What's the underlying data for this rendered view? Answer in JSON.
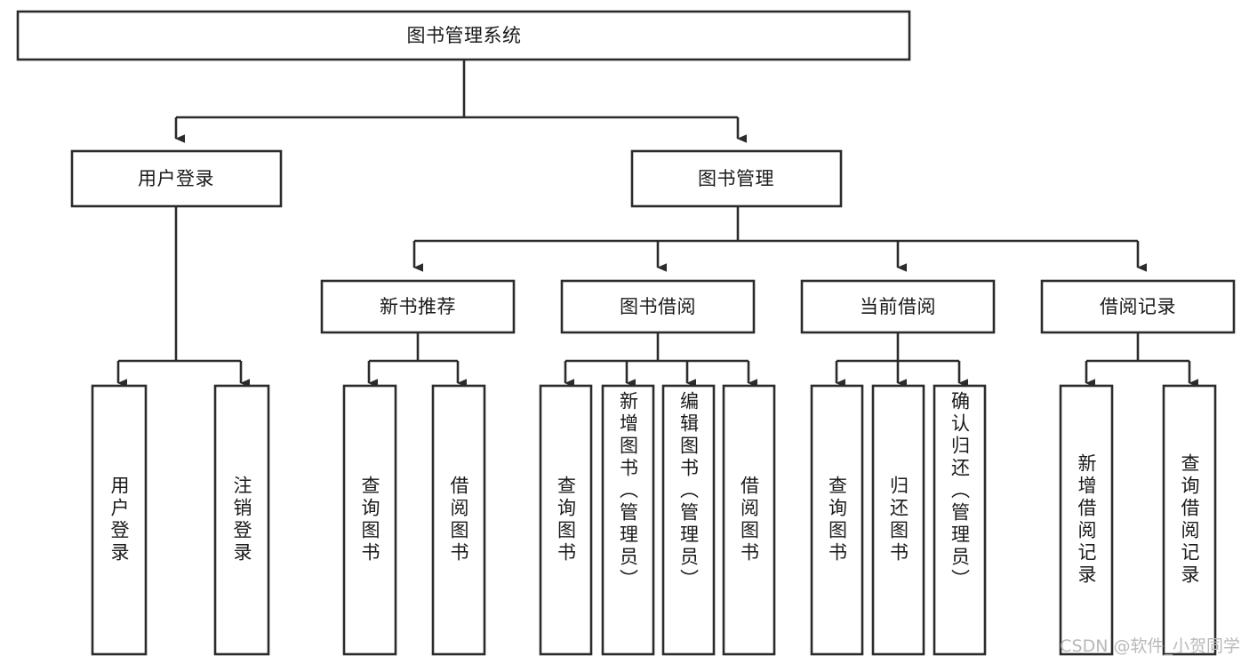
{
  "diagram": {
    "title": "图书管理系统",
    "type": "tree",
    "watermark": "CSDN @软件_小贺同学",
    "colors": {
      "box_stroke": "#2b2b2b",
      "box_fill": "#ffffff",
      "text": "#1a1a1a",
      "connector": "#2b2b2b",
      "watermark": "#b9b9b9",
      "background": "#ffffff"
    },
    "levels": {
      "root": {
        "label": "图书管理系统"
      },
      "level2": [
        {
          "label": "用户登录"
        },
        {
          "label": "图书管理"
        }
      ],
      "level3": [
        {
          "label": "新书推荐"
        },
        {
          "label": "图书借阅"
        },
        {
          "label": "当前借阅"
        },
        {
          "label": "借阅记录"
        }
      ],
      "leaves": [
        {
          "label": "用户登录",
          "parent": "用户登录"
        },
        {
          "label": "注销登录",
          "parent": "用户登录"
        },
        {
          "label": "查询图书",
          "parent": "新书推荐"
        },
        {
          "label": "借阅图书",
          "parent": "新书推荐"
        },
        {
          "label": "查询图书",
          "parent": "图书借阅"
        },
        {
          "label": "新增图书（管理员）",
          "parent": "图书借阅"
        },
        {
          "label": "编辑图书（管理员）",
          "parent": "图书借阅"
        },
        {
          "label": "借阅图书",
          "parent": "图书借阅"
        },
        {
          "label": "查询图书",
          "parent": "当前借阅"
        },
        {
          "label": "归还图书",
          "parent": "当前借阅"
        },
        {
          "label": "确认归还（管理员）",
          "parent": "当前借阅"
        },
        {
          "label": "新增借阅记录",
          "parent": "借阅记录"
        },
        {
          "label": "查询借阅记录",
          "parent": "借阅记录"
        }
      ]
    }
  },
  "chart_data": {
    "type": "diagram-tree",
    "title": "图书管理系统",
    "nodes": [
      {
        "id": "root",
        "label": "图书管理系统",
        "children": [
          {
            "id": "user-login",
            "label": "用户登录",
            "children": [
              {
                "id": "leaf-user-login",
                "label": "用户登录"
              },
              {
                "id": "leaf-user-logout",
                "label": "注销登录"
              }
            ]
          },
          {
            "id": "book-manage",
            "label": "图书管理",
            "children": [
              {
                "id": "new-book-rec",
                "label": "新书推荐",
                "children": [
                  {
                    "id": "nb-query",
                    "label": "查询图书"
                  },
                  {
                    "id": "nb-borrow",
                    "label": "借阅图书"
                  }
                ]
              },
              {
                "id": "book-borrow",
                "label": "图书借阅",
                "children": [
                  {
                    "id": "bb-query",
                    "label": "查询图书"
                  },
                  {
                    "id": "bb-add",
                    "label": "新增图书（管理员）"
                  },
                  {
                    "id": "bb-edit",
                    "label": "编辑图书（管理员）"
                  },
                  {
                    "id": "bb-borrow",
                    "label": "借阅图书"
                  }
                ]
              },
              {
                "id": "current-borrow",
                "label": "当前借阅",
                "children": [
                  {
                    "id": "cb-query",
                    "label": "查询图书"
                  },
                  {
                    "id": "cb-return",
                    "label": "归还图书"
                  },
                  {
                    "id": "cb-confirm",
                    "label": "确认归还（管理员）"
                  }
                ]
              },
              {
                "id": "borrow-record",
                "label": "借阅记录",
                "children": [
                  {
                    "id": "br-add",
                    "label": "新增借阅记录"
                  },
                  {
                    "id": "br-query",
                    "label": "查询借阅记录"
                  }
                ]
              }
            ]
          }
        ]
      }
    ]
  }
}
